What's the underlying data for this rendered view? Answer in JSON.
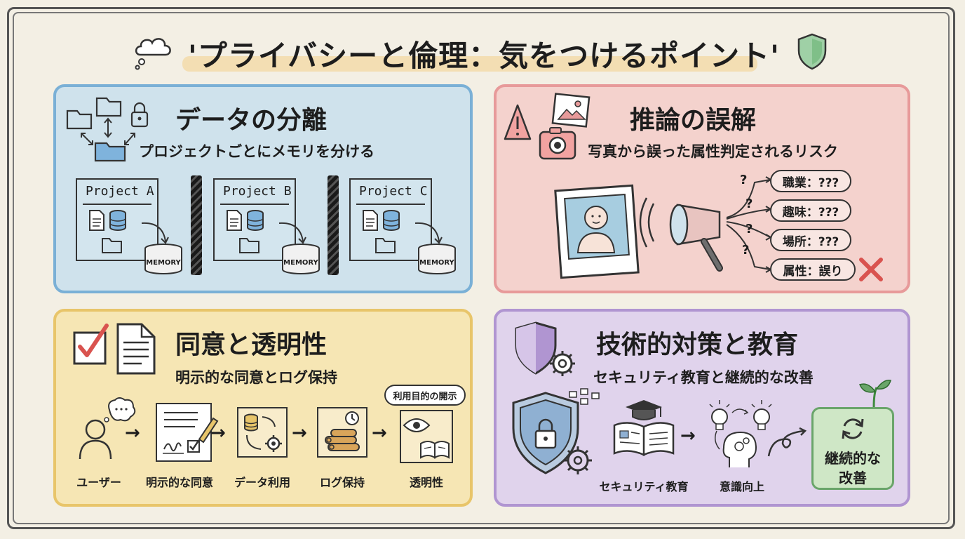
{
  "title": "'プライバシーと倫理：気をつけるポイント'",
  "panels": {
    "data_separation": {
      "title": "データの分離",
      "subtitle": "プロジェクトごとにメモリを分ける",
      "projects": [
        "Project A",
        "Project B",
        "Project C"
      ],
      "memory_label": "MEMORY"
    },
    "inference_error": {
      "title": "推論の誤解",
      "subtitle": "写真から誤った属性判定されるリスク",
      "bubbles": [
        "職業：???",
        "趣味：???",
        "場所：???",
        "属性：誤り"
      ],
      "question_mark": "?"
    },
    "consent": {
      "title": "同意と透明性",
      "subtitle": "明示的な同意とログ保持",
      "steps": [
        "ユーザー",
        "明示的な同意",
        "データ利用",
        "ログ保持",
        "透明性"
      ],
      "callout": "利用目的の開示"
    },
    "technical": {
      "title": "技術的対策と教育",
      "subtitle": "セキュリティ教育と継続的な改善",
      "steps": [
        "セキュリティ教育",
        "意識向上"
      ],
      "improvement_line1": "継続的な",
      "improvement_line2": "改善"
    }
  },
  "colors": {
    "blue_panel": "#cfe2ec",
    "red_panel": "#f4d2cd",
    "yellow_panel": "#f6e6b4",
    "purple_panel": "#e0d3ec",
    "green_box": "#cfe7c6",
    "error_cross": "#d9534f"
  }
}
